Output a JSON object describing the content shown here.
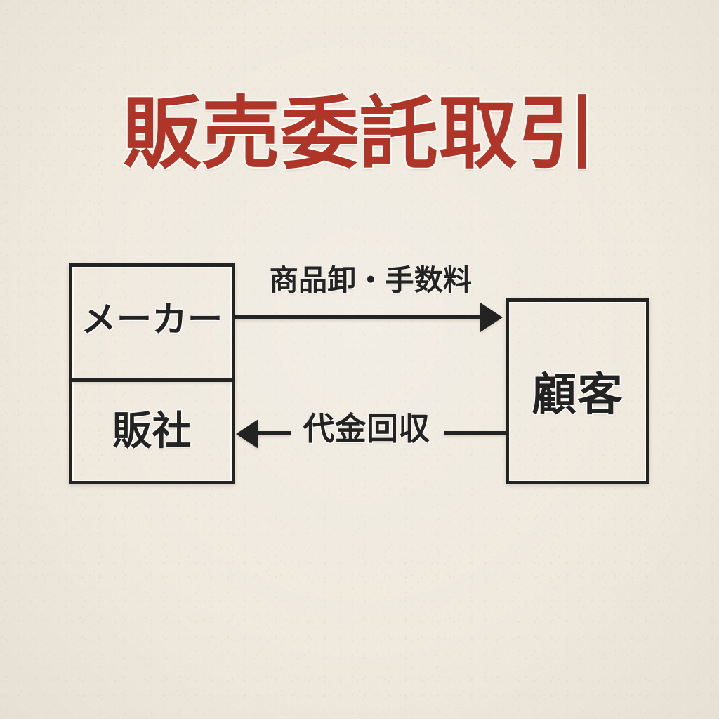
{
  "page": {
    "title": "販売委託取引",
    "background_color": "#efe9de",
    "accent_color": "#b03529",
    "ink_color": "#232323"
  },
  "diagram": {
    "type": "flow-diagram",
    "nodes": [
      {
        "id": "maker-group",
        "kind": "stacked-box",
        "cells": [
          {
            "id": "maker",
            "label": "メーカー"
          },
          {
            "id": "hansha",
            "label": "販社"
          }
        ]
      },
      {
        "id": "customer",
        "kind": "box",
        "label": "顧客"
      }
    ],
    "flows": [
      {
        "id": "goods-and-fee",
        "label": "商品卸・手数料",
        "from": "maker",
        "to": "customer",
        "direction": "right"
      },
      {
        "id": "payment-collection",
        "label": "代金回収",
        "from": "customer",
        "to": "hansha",
        "direction": "left"
      }
    ]
  }
}
